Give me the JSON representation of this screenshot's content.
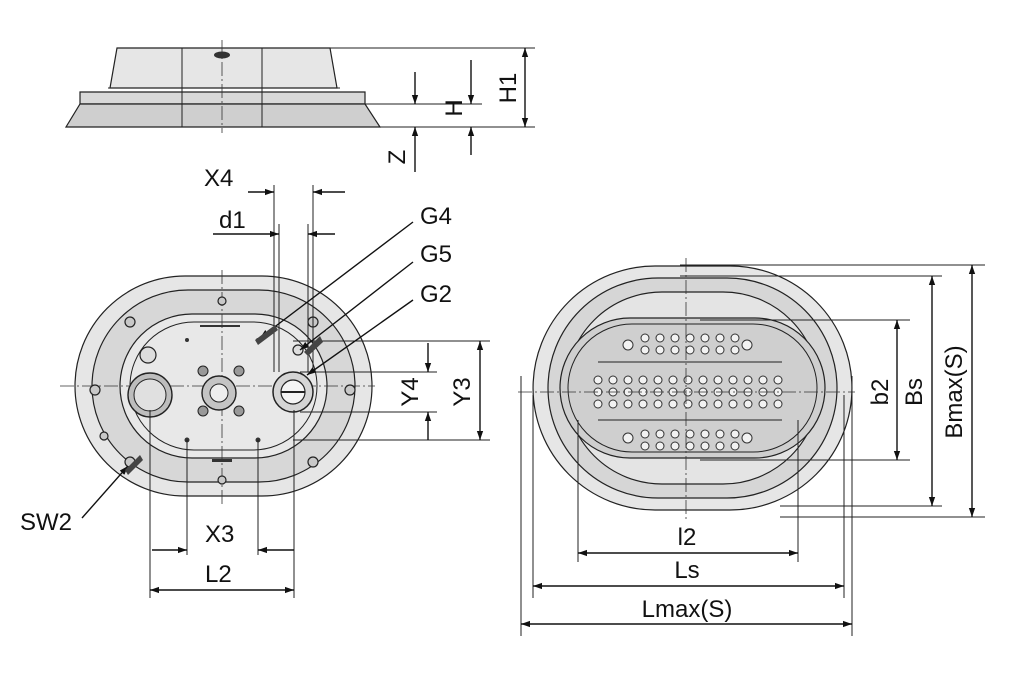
{
  "labels": {
    "h1": "H1",
    "h": "H",
    "z": "Z",
    "x4": "X4",
    "d1": "d1",
    "g4": "G4",
    "g5": "G5",
    "g2": "G2",
    "y4": "Y4",
    "y3": "Y3",
    "sw2": "SW2",
    "x3": "X3",
    "l2": "L2",
    "b2": "b2",
    "bs": "Bs",
    "bmax": "Bmax(S)",
    "l2_lower": "l2",
    "ls": "Ls",
    "lmax": "Lmax(S)"
  },
  "colors": {
    "line": "#111111",
    "fill_light": "#e8e8e8",
    "fill_mid": "#d2d2d2",
    "fill_dark": "#b4b4b4"
  }
}
